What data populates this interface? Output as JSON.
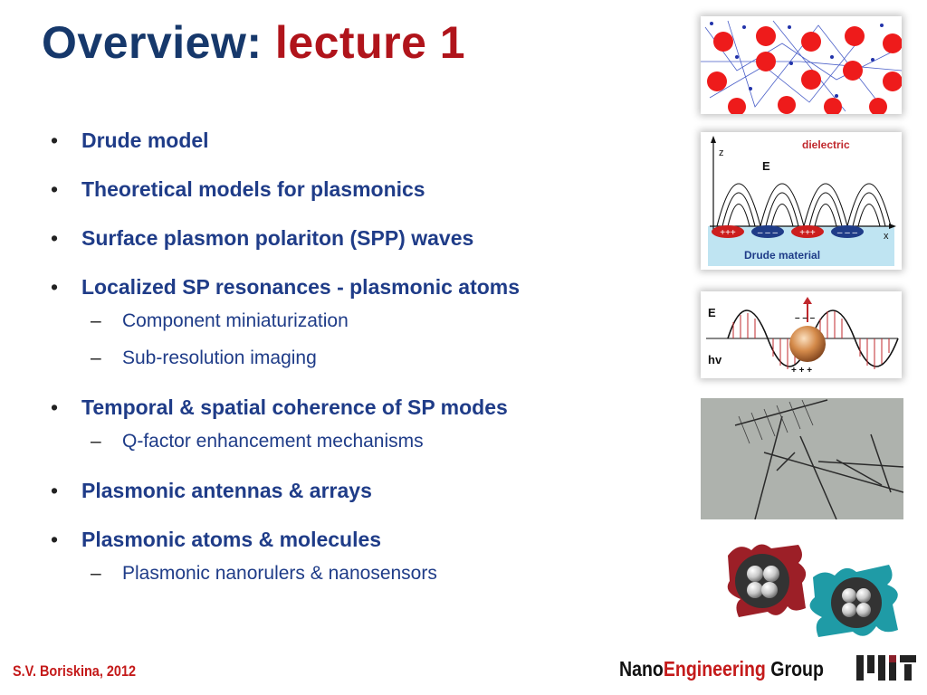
{
  "title": {
    "main": "Overview:",
    "accent": "lecture 1"
  },
  "bullets": [
    {
      "text": "Drude model",
      "subs": []
    },
    {
      "text": "Theoretical models for plasmonics",
      "subs": []
    },
    {
      "text": "Surface plasmon polariton (SPP) waves",
      "subs": []
    },
    {
      "text": "Localized SP resonances - plasmonic atoms",
      "subs": [
        "Component miniaturization",
        "Sub-resolution imaging"
      ]
    },
    {
      "text": "Temporal & spatial coherence of SP modes",
      "subs": [
        "Q-factor enhancement mechanisms"
      ]
    },
    {
      "text": "Plasmonic antennas & arrays",
      "subs": []
    },
    {
      "text": "Plasmonic atoms & molecules",
      "subs": [
        "Plasmonic nanorulers & nanosensors"
      ]
    }
  ],
  "figures": {
    "spp": {
      "axis_z": "z",
      "axis_x": "x",
      "field": "E",
      "top_label": "dielectric",
      "bottom_label": "Drude material",
      "charge_plus": "+++",
      "charge_minus": "– – –"
    },
    "lsp": {
      "field": "E",
      "photon": "hv",
      "charge_minus": "– – –",
      "charge_plus": "+ + +"
    }
  },
  "footer": {
    "author": "S.V. Boriskina, 2012",
    "group_part1": "Nano",
    "group_part2": "Engineering",
    "group_part3": " Group",
    "mit_logo": "MIT"
  },
  "colors": {
    "title": "#16386b",
    "accent": "#b0141b",
    "bullet_text": "#1f3c88",
    "footer_red": "#c41a1a"
  }
}
